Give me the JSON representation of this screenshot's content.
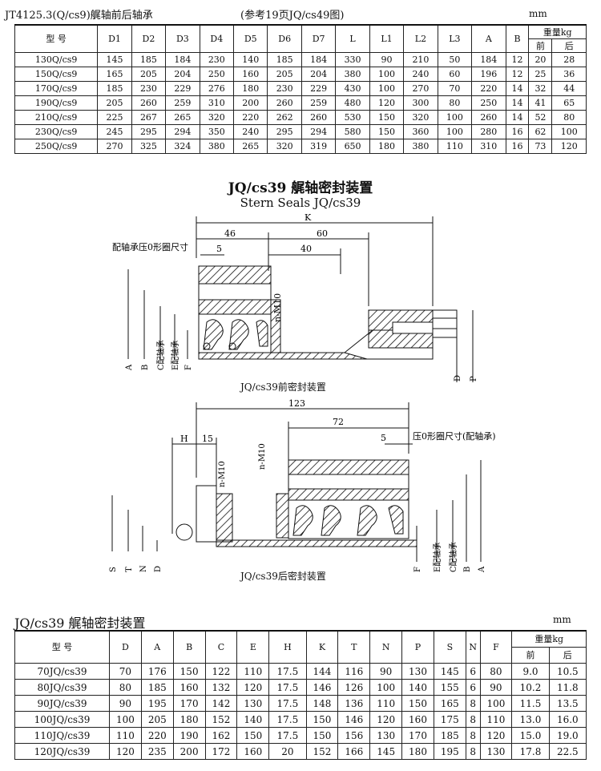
{
  "table1": {
    "title": "JT4125.3(Q/cs9)艉轴前后轴承",
    "ref": "(参考19页JQ/cs49图)",
    "unit": "mm",
    "headers": [
      "型 号",
      "D1",
      "D2",
      "D3",
      "D4",
      "D5",
      "D6",
      "D7",
      "L",
      "L1",
      "L2",
      "L3",
      "A",
      "B",
      "重量kg"
    ],
    "weight_sub": [
      "前",
      "后"
    ],
    "rows": [
      [
        "130Q/cs9",
        "145",
        "185",
        "184",
        "230",
        "140",
        "185",
        "184",
        "330",
        "90",
        "210",
        "50",
        "184",
        "12",
        "20",
        "28"
      ],
      [
        "150Q/cs9",
        "165",
        "205",
        "204",
        "250",
        "160",
        "205",
        "204",
        "380",
        "100",
        "240",
        "60",
        "196",
        "12",
        "25",
        "36"
      ],
      [
        "170Q/cs9",
        "185",
        "230",
        "229",
        "276",
        "180",
        "230",
        "229",
        "430",
        "100",
        "270",
        "70",
        "220",
        "14",
        "32",
        "44"
      ],
      [
        "190Q/cs9",
        "205",
        "260",
        "259",
        "310",
        "200",
        "260",
        "259",
        "480",
        "120",
        "300",
        "80",
        "250",
        "14",
        "41",
        "65"
      ],
      [
        "210Q/cs9",
        "225",
        "267",
        "265",
        "320",
        "220",
        "262",
        "260",
        "530",
        "150",
        "320",
        "100",
        "260",
        "14",
        "52",
        "80"
      ],
      [
        "230Q/cs9",
        "245",
        "295",
        "294",
        "350",
        "240",
        "295",
        "294",
        "580",
        "150",
        "360",
        "100",
        "280",
        "16",
        "62",
        "100"
      ],
      [
        "250Q/cs9",
        "270",
        "325",
        "324",
        "380",
        "265",
        "320",
        "319",
        "650",
        "180",
        "380",
        "110",
        "310",
        "16",
        "73",
        "120"
      ]
    ]
  },
  "drawing": {
    "title": "JQ/cs39 艉轴密封装置",
    "subtitle": "Stern Seals JQ/cs39",
    "front": {
      "caption": "JQ/cs39前密封装置",
      "dim_K": "K",
      "dim_46": "46",
      "dim_60": "60",
      "dim_5": "5",
      "dim_40": "40",
      "note": "配轴承压0形圈尺寸",
      "bolt": "n-M10",
      "labels": [
        "A",
        "B",
        "C配轴承",
        "E配轴承",
        "F",
        "D",
        "P"
      ]
    },
    "rear": {
      "caption": "JQ/cs39后密封装置",
      "dim_123": "123",
      "dim_72": "72",
      "dim_5": "5",
      "dim_H": "H",
      "dim_15": "15",
      "note": "压0形圈尺寸(配轴承)",
      "bolt1": "n-M10",
      "bolt2": "n-M10",
      "labels": [
        "S",
        "T",
        "N",
        "D",
        "F",
        "E配轴承",
        "C配轴承",
        "B",
        "A"
      ]
    }
  },
  "table2": {
    "title": "JQ/cs39 艉轴密封装置",
    "unit": "mm",
    "headers": [
      "型 号",
      "D",
      "A",
      "B",
      "C",
      "E",
      "H",
      "K",
      "T",
      "N",
      "P",
      "S",
      "N",
      "F",
      "重量kg"
    ],
    "weight_sub": [
      "前",
      "后"
    ],
    "rows": [
      [
        "70JQ/cs39",
        "70",
        "176",
        "150",
        "122",
        "110",
        "17.5",
        "144",
        "116",
        "90",
        "130",
        "145",
        "6",
        "80",
        "9.0",
        "10.5"
      ],
      [
        "80JQ/cs39",
        "80",
        "185",
        "160",
        "132",
        "120",
        "17.5",
        "146",
        "126",
        "100",
        "140",
        "155",
        "6",
        "90",
        "10.2",
        "11.8"
      ],
      [
        "90JQ/cs39",
        "90",
        "195",
        "170",
        "142",
        "130",
        "17.5",
        "148",
        "136",
        "110",
        "150",
        "165",
        "8",
        "100",
        "11.5",
        "13.5"
      ],
      [
        "100JQ/cs39",
        "100",
        "205",
        "180",
        "152",
        "140",
        "17.5",
        "150",
        "146",
        "120",
        "160",
        "175",
        "8",
        "110",
        "13.0",
        "16.0"
      ],
      [
        "110JQ/cs39",
        "110",
        "220",
        "190",
        "162",
        "150",
        "17.5",
        "150",
        "156",
        "130",
        "170",
        "185",
        "8",
        "120",
        "15.0",
        "19.0"
      ],
      [
        "120JQ/cs39",
        "120",
        "235",
        "200",
        "172",
        "160",
        "20",
        "152",
        "166",
        "145",
        "180",
        "195",
        "8",
        "130",
        "17.8",
        "22.5"
      ]
    ]
  }
}
